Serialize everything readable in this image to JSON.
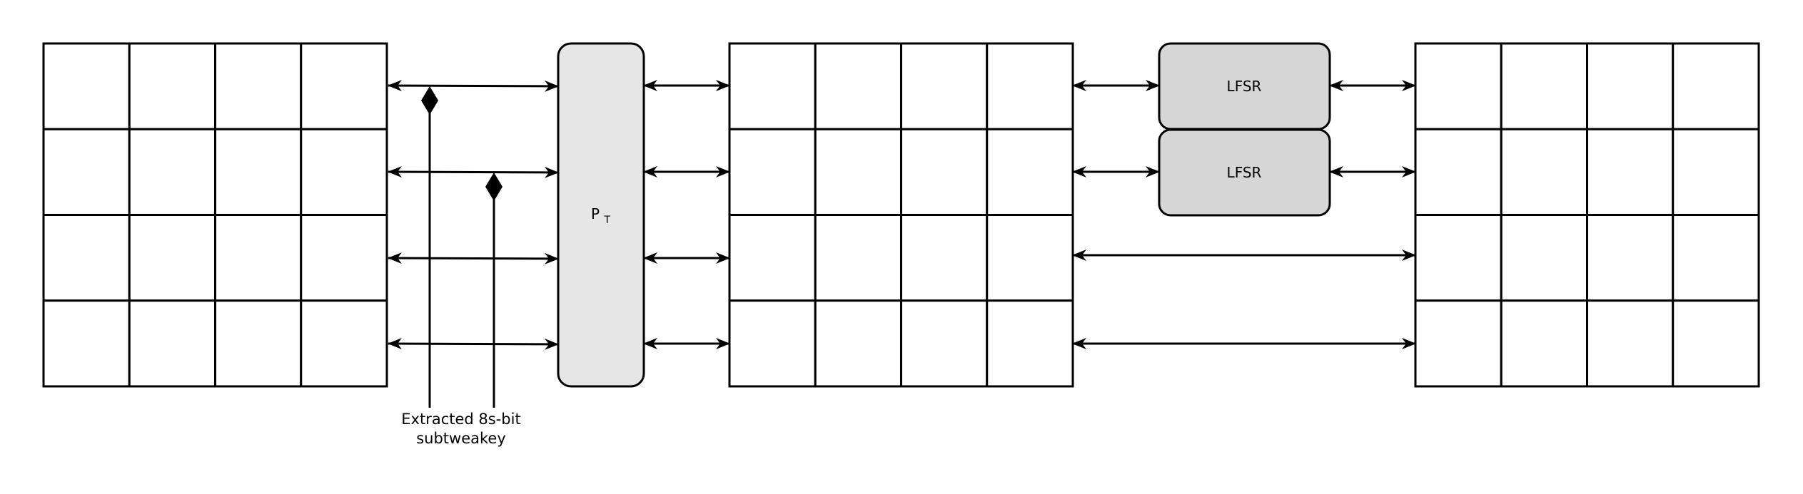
{
  "diagram": {
    "grid_rows": 4,
    "grid_cols": 4,
    "permutation_block": {
      "label": "P",
      "subscript": "T"
    },
    "lfsr_blocks": [
      {
        "label": "LFSR"
      },
      {
        "label": "LFSR"
      }
    ],
    "extract_label": {
      "line1": "Extracted 8s-bit",
      "line2": "subtweakey"
    },
    "colors": {
      "line": "#000000",
      "cell_fill": "#ffffff",
      "permutation_fill": "#e6e6e6",
      "lfsr_fill": "#d6d6d6"
    }
  }
}
